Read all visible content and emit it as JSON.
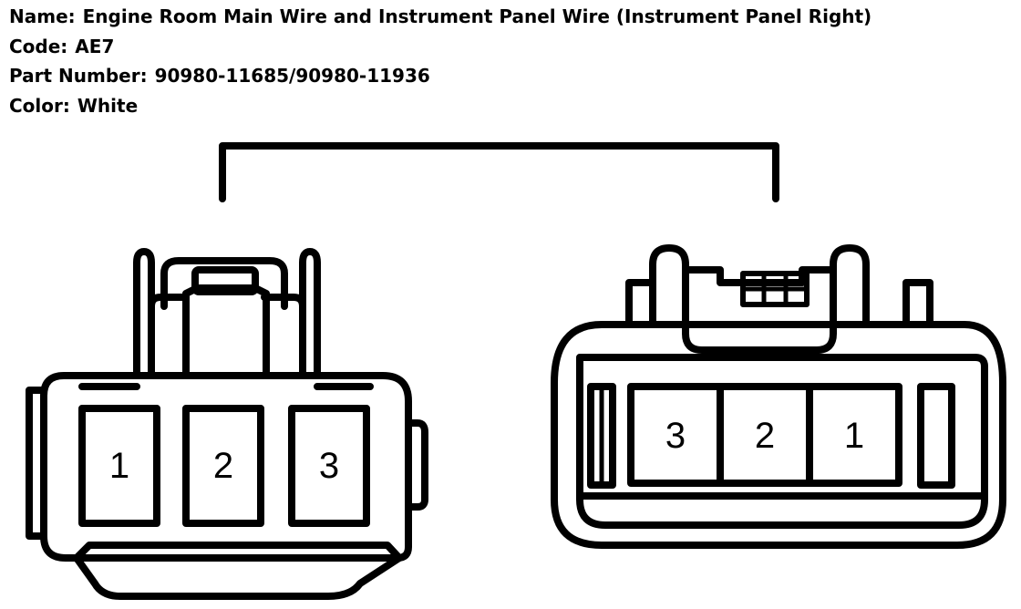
{
  "info": {
    "name_label": "Name:",
    "name_value": "Engine Room Main Wire and Instrument Panel Wire (Instrument Panel Right)",
    "code_label": "Code:",
    "code_value": "AE7",
    "part_label": "Part Number:",
    "part_value": "90980-11685/90980-11936",
    "color_label": "Color:",
    "color_value": "White"
  },
  "connectors": {
    "left": {
      "pins": [
        "1",
        "2",
        "3"
      ]
    },
    "right": {
      "pins": [
        "3",
        "2",
        "1"
      ]
    }
  }
}
